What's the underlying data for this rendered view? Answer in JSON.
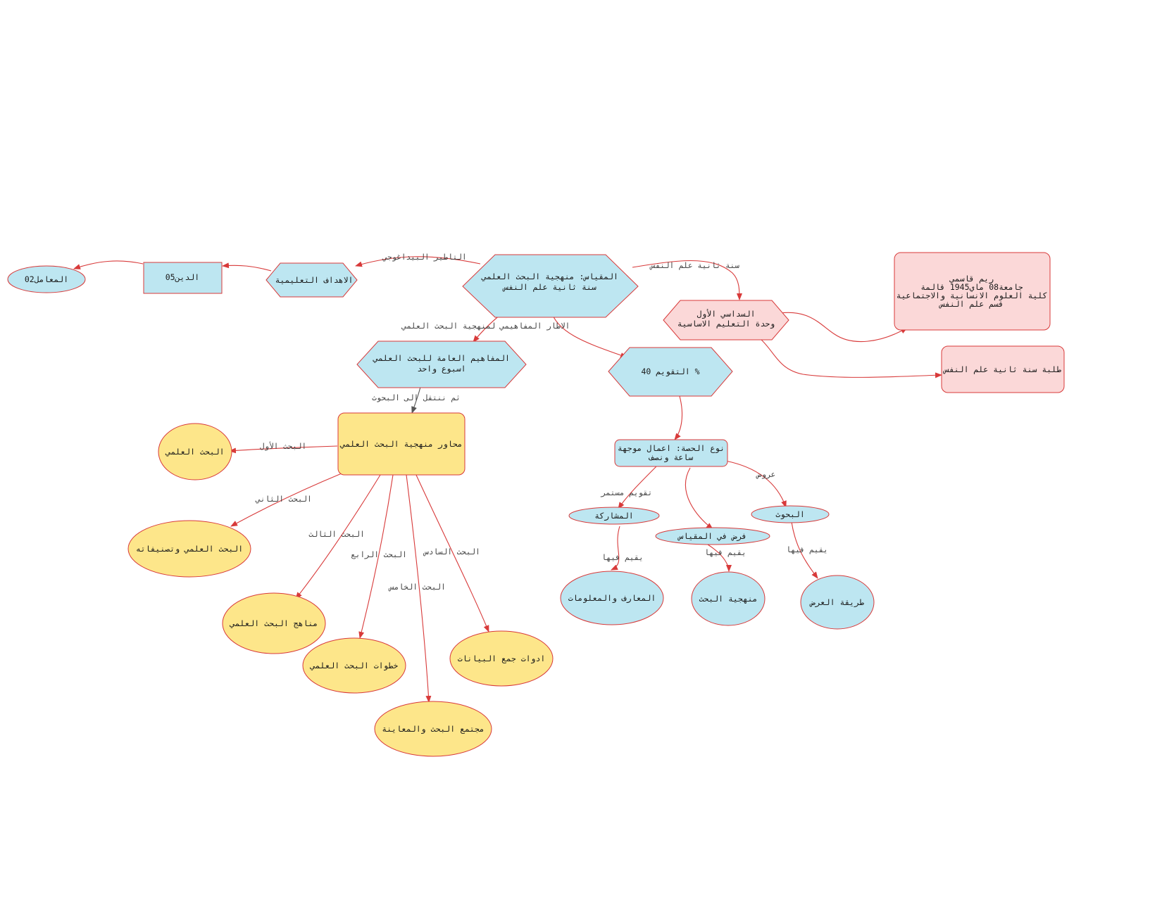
{
  "colors": {
    "blue_fill": "#bde6f1",
    "yellow_fill": "#fde68a",
    "pink_fill": "#fbd8d8",
    "red_stroke": "#d83a3a",
    "gray_stroke": "#555555"
  },
  "nodes": {
    "main": [
      "المقياس: منهجية البحث العلمي",
      "سنة ثانية علم النفس"
    ],
    "goals": [
      "الاهداف التعليمية"
    ],
    "religion": [
      "الدين05"
    ],
    "coef": [
      "المعامل02"
    ],
    "semester": [
      "السداسي الأول",
      "وحدة التعليم الاساسية"
    ],
    "author": [
      "ريم قاسمي",
      "جامعة08  ماي1945 قالمة",
      "كلية العلوم الانسانية والاجتماعية",
      "قسم علم النفس"
    ],
    "students": [
      "طلبة سنة ثانية علم النفس"
    ],
    "concepts": [
      "المفاهيم العامة للبحث العلمي",
      "اسبوع واحد"
    ],
    "eval": [
      "% التقويم 40"
    ],
    "axes": [
      "محاور منهجية البحث العلمي"
    ],
    "session": [
      "نوع الحصة: اعمال موجهة",
      "ساعة ونصف"
    ],
    "participation": [
      "المشاركة"
    ],
    "bohouth": [
      "البحوث"
    ],
    "tests": [
      "فرض في المقياس"
    ],
    "knowledge": [
      "المعارف والمعلومات"
    ],
    "method": [
      "منهجية البحث"
    ],
    "presentation": [
      "طريقة العرض"
    ],
    "r1": [
      "البحث العلمي"
    ],
    "r2": [
      "البحث العلمي وتصنيفاته"
    ],
    "r3": [
      "مناهج البحث العلمي"
    ],
    "r4": [
      "خطوات البحث العلمي"
    ],
    "r5": [
      "مجتمع البحث والمعاينة"
    ],
    "r6": [
      "ادوات جمع البيانات"
    ]
  },
  "edge_labels": {
    "pedagogy": "التاطير البيداغوجي",
    "psych_year": "سنة ثانية علم النفس",
    "framework": "الاطار المفاهيمي لمنهجية البحث العلمي",
    "then_move": "ثم ننتقل الى البحوث",
    "first": "البحث الأول",
    "second": "البحث الثاني",
    "third": "البحث الثالث",
    "fourth": "البحث الرابع",
    "fifth": "البحث الخامس",
    "sixth": "البحث السادس",
    "continuous": "تقويم مستمر",
    "presentations": "عروض",
    "evaluated1": "يقيم فيها",
    "evaluated2": "يقيم فيها",
    "evaluated3": "يقيم فيها"
  }
}
